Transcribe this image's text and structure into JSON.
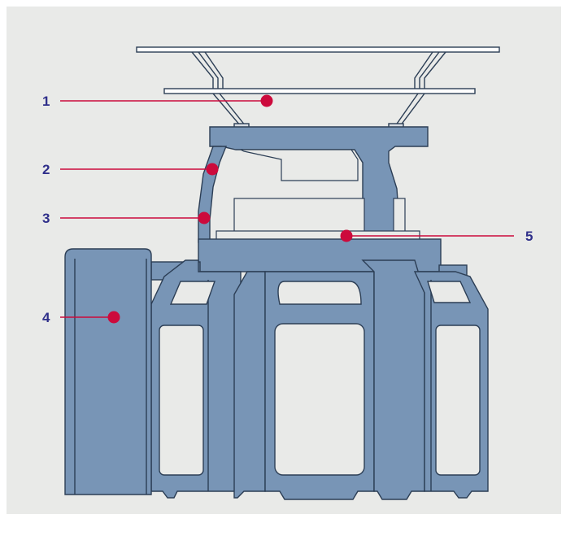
{
  "colors": {
    "background": "#e9eae8",
    "machine_body": "#7895b6",
    "machine_outline": "#2c3e55",
    "rail": "#ffffff",
    "marker": "#cc0a3c",
    "label_text": "#2f2f8a"
  },
  "callouts": [
    {
      "number": "1"
    },
    {
      "number": "2"
    },
    {
      "number": "3"
    },
    {
      "number": "4"
    },
    {
      "number": "5"
    }
  ]
}
